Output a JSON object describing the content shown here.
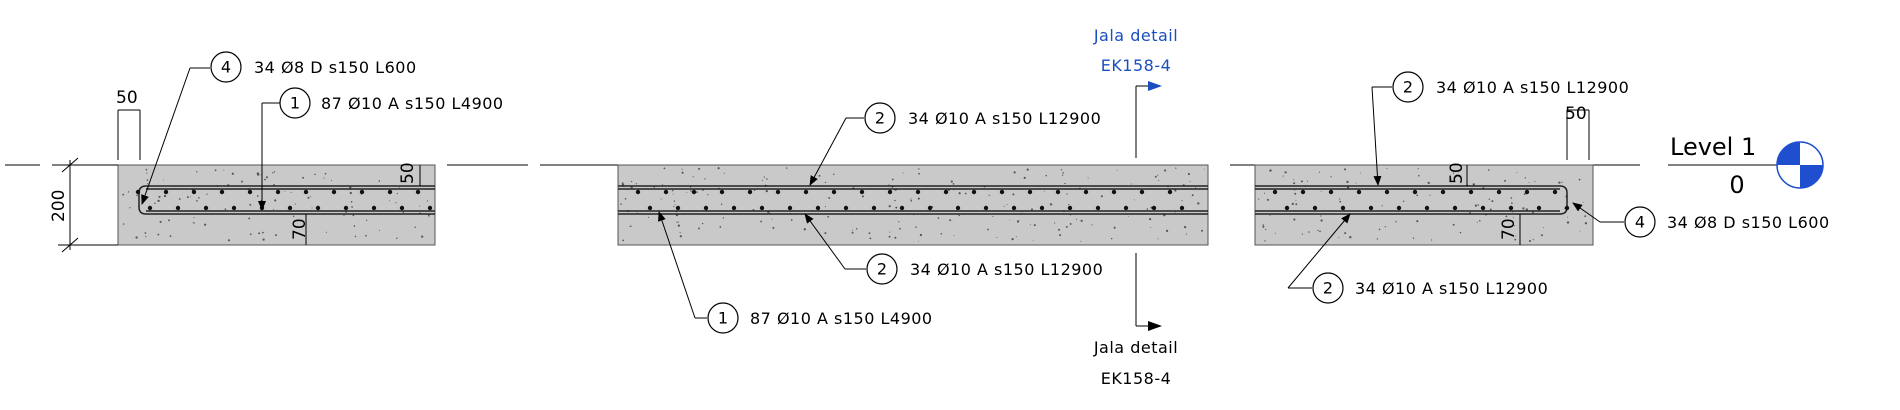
{
  "tags": {
    "t1": {
      "num": "4",
      "text": "34  Ø8 D s150 L600"
    },
    "t2": {
      "num": "1",
      "text": "87  Ø10 A s150 L4900"
    },
    "t3": {
      "num": "2",
      "text": "34  Ø10 A s150 L12900"
    },
    "t4": {
      "num": "2",
      "text": "34  Ø10 A s150 L12900"
    },
    "t5": {
      "num": "1",
      "text": "87  Ø10 A s150 L4900"
    },
    "t6": {
      "num": "2",
      "text": "34  Ø10 A s150 L12900"
    },
    "t7": {
      "num": "4",
      "text": "34  Ø8 D s150 L600"
    },
    "t8": {
      "num": "2",
      "text": "34  Ø10 A s150 L12900"
    }
  },
  "dims": {
    "cover_top_left": "50",
    "height": "200",
    "cover_v1": "50",
    "cover_v2": "70",
    "cover_top_right": "50",
    "cover_v3": "50",
    "cover_v4": "70"
  },
  "section_marks": {
    "top": {
      "line1": "Jala detail",
      "line2": "EK158-4"
    },
    "bottom": {
      "line1": "Jala detail",
      "line2": "EK158-4"
    }
  },
  "level": {
    "name": "Level 1",
    "elevation": "0"
  },
  "colors": {
    "concrete": "#c9c9c9",
    "link_blue": "#1a4fbf",
    "level_blue": "#1f4fcf"
  }
}
